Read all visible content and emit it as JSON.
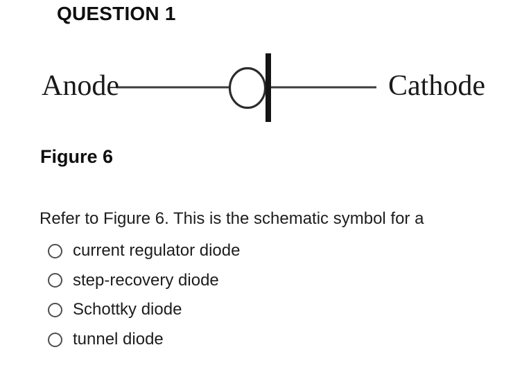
{
  "header": {
    "title": "QUESTION 1"
  },
  "figure": {
    "anode_label": "Anode",
    "cathode_label": "Cathode",
    "caption": "Figure 6",
    "symbol": "current-regulator-diode-symbol"
  },
  "question": {
    "prompt": "Refer to Figure 6. This is the schematic symbol for a",
    "options": [
      {
        "label": "current regulator diode",
        "selected": false
      },
      {
        "label": "step-recovery diode",
        "selected": false
      },
      {
        "label": "Schottky diode",
        "selected": false
      },
      {
        "label": "tunnel diode",
        "selected": false
      }
    ]
  },
  "colors": {
    "text": "#1d1d1d",
    "title": "#0f0f0f",
    "figure-label": "#1a1a1a",
    "wire": "#3c3c3c",
    "circle-stroke": "#2c2c2c",
    "bar": "#141414",
    "radio-border": "#4d4d4d",
    "background": "#ffffff"
  }
}
